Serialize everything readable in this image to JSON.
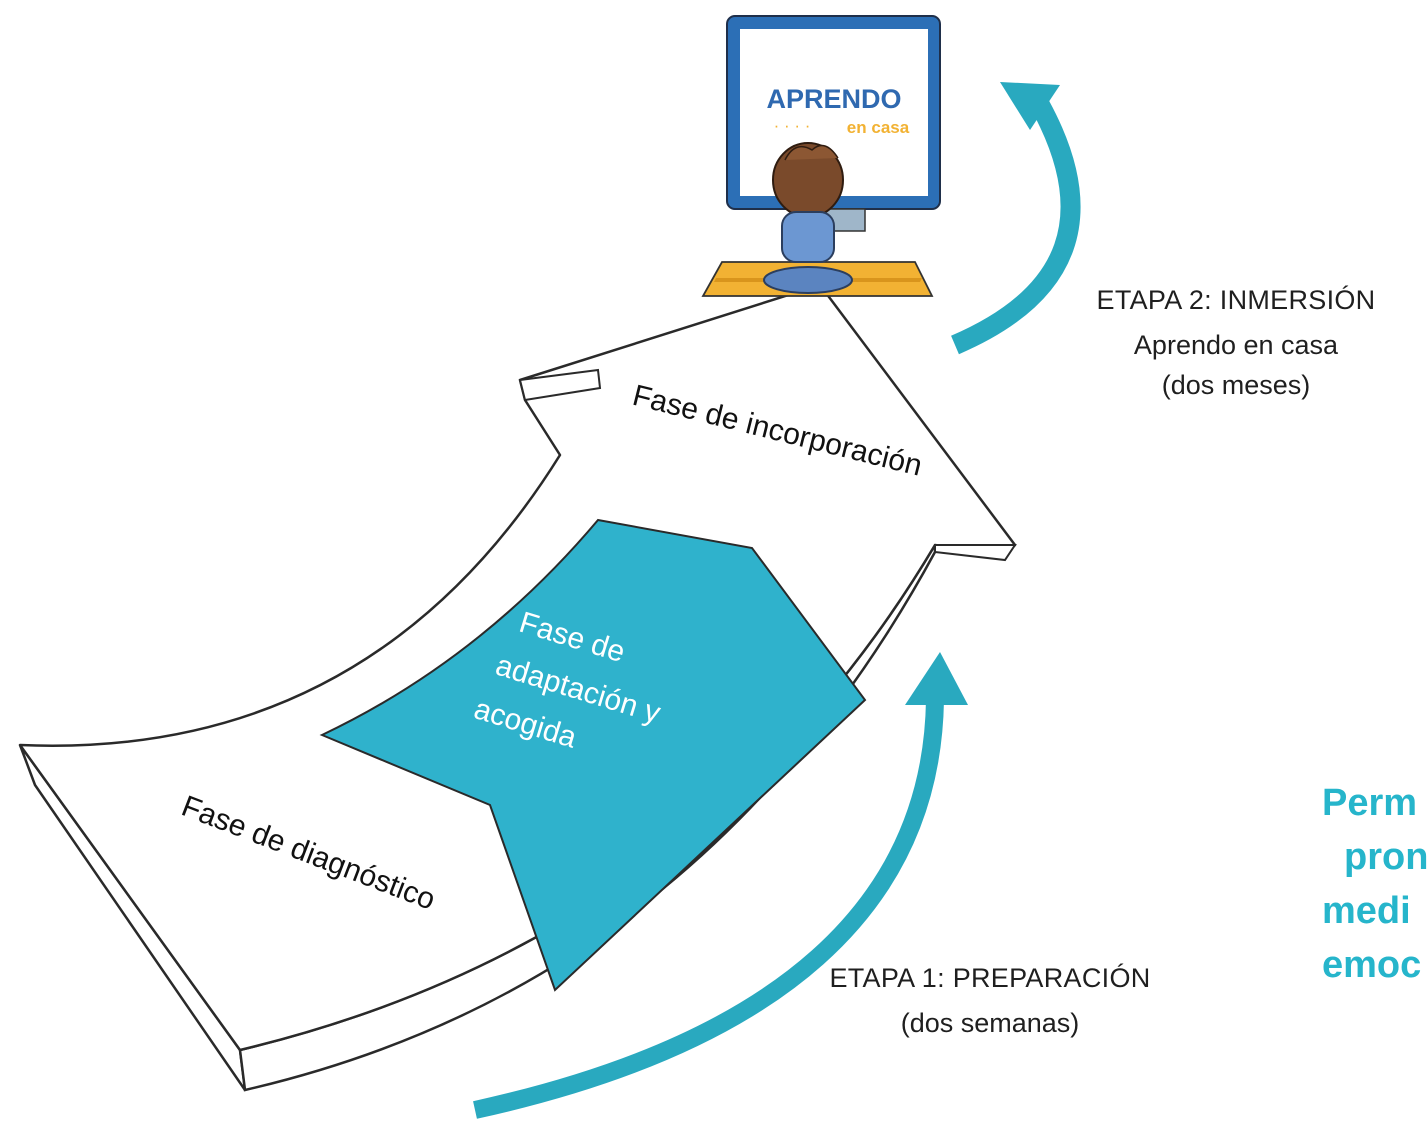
{
  "monitor": {
    "brand_top": "APRENDO",
    "brand_bottom": "en casa"
  },
  "phases": {
    "incorporacion": "Fase de incorporación",
    "adaptacion": [
      "Fase de",
      "adaptación y",
      "acogida"
    ],
    "diagnostico": "Fase de diagnóstico"
  },
  "etapa2": {
    "title": "ETAPA 2:  INMERSIÓN",
    "subtitle": "Aprendo en casa",
    "duration": "(dos meses)"
  },
  "etapa1": {
    "title": "ETAPA 1: PREPARACIÓN",
    "duration": "(dos semanas)"
  },
  "side_text_cut": [
    "Perm",
    "pron",
    "medi",
    "emoc"
  ],
  "colors": {
    "teal": "#2fb2cc",
    "arrow_teal": "#29a9bf",
    "outline": "#2a2a2a",
    "mat": "#f2b233",
    "side_text": "#26b5cb"
  }
}
